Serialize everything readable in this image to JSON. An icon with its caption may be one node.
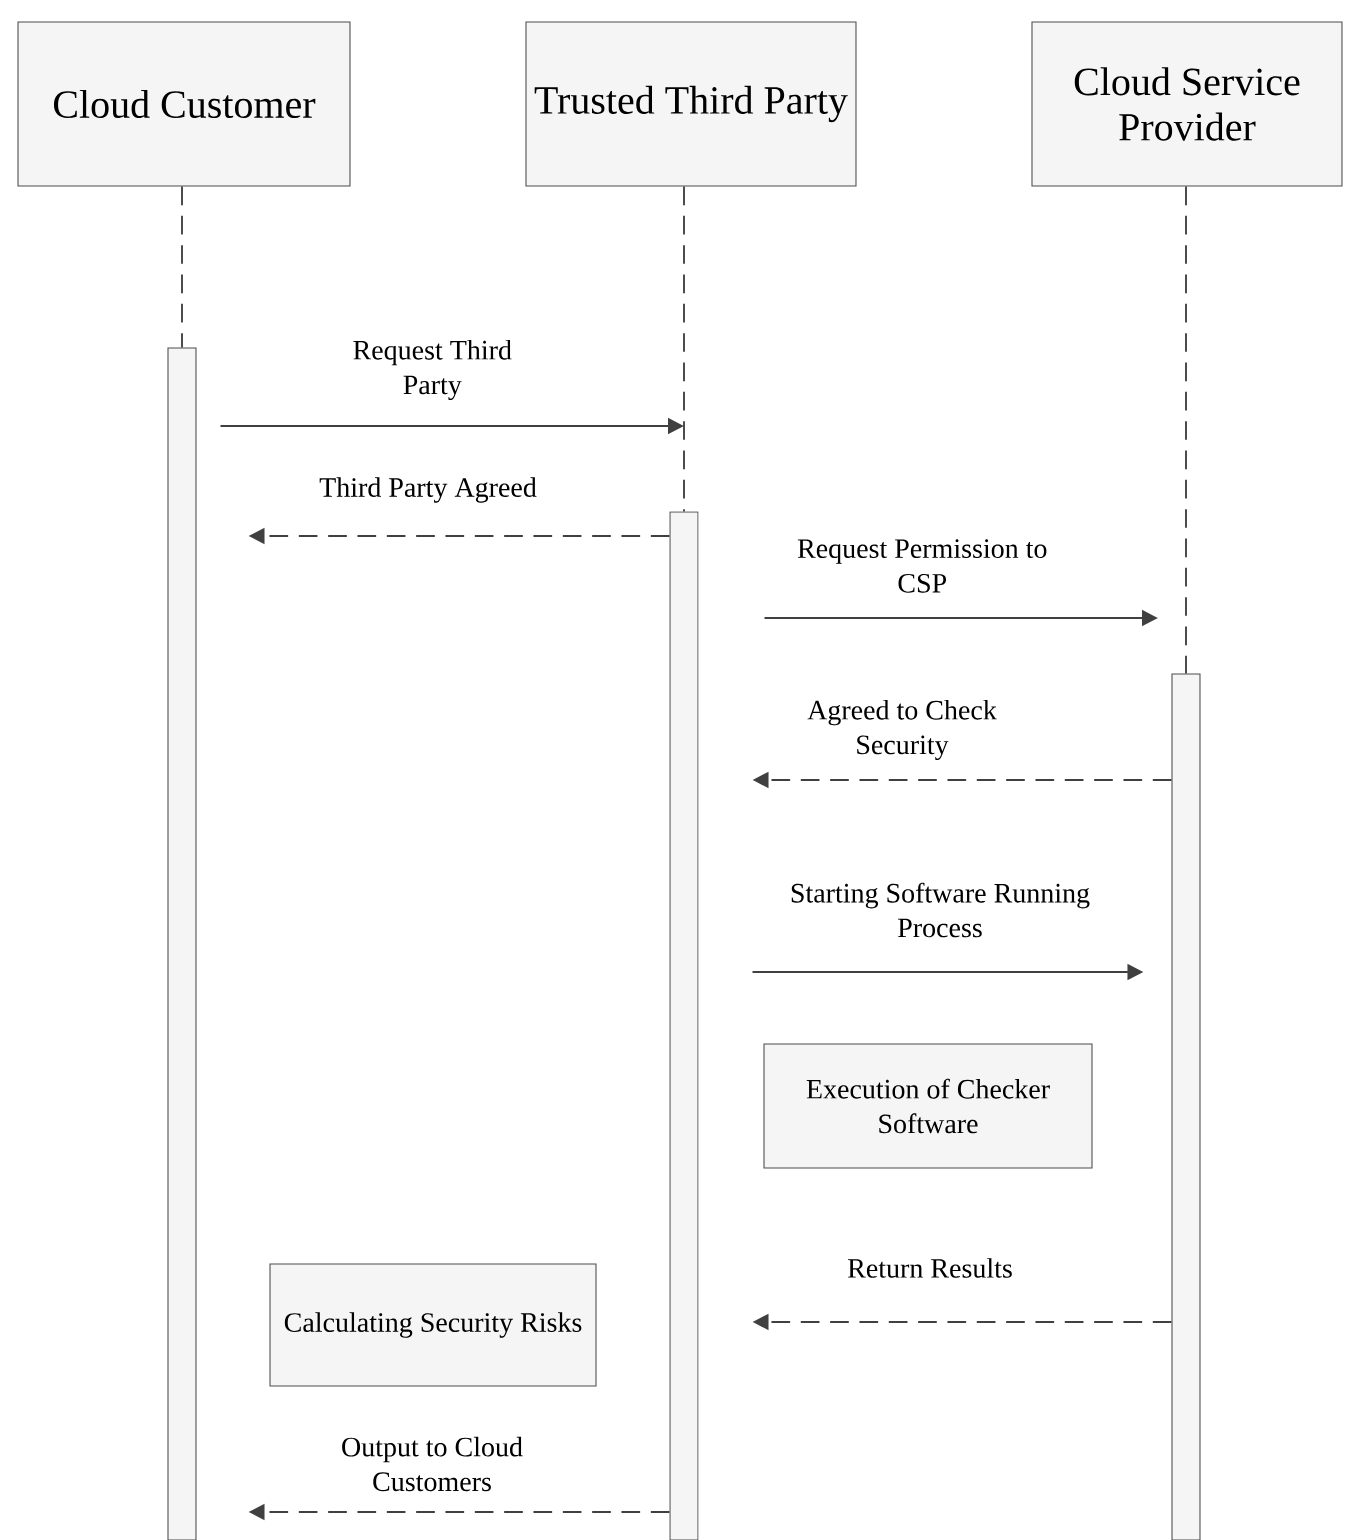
{
  "diagram": {
    "nodes": [
      {
        "text": [
          "Cloud Customer"
        ]
      },
      {
        "text": [
          "Trusted Third Party"
        ]
      },
      {
        "text": [
          "Cloud Service Provider"
        ]
      },
      {
        "text": [],
        "shape": "bar"
      },
      {
        "text": [],
        "shape": "bar"
      },
      {
        "text": [],
        "shape": "bar"
      },
      {
        "text": [
          "Execution of Checker Software"
        ]
      },
      {
        "text": [
          "Calculating Security Risks"
        ]
      }
    ],
    "edges": [
      {
        "from": 0,
        "to": 3,
        "arrow": "none",
        "style": "dashed"
      },
      {
        "from": 1,
        "to": 4,
        "arrow": "none",
        "style": "dashed"
      },
      {
        "from": 2,
        "to": 5,
        "arrow": "none",
        "style": "dashed"
      },
      {
        "from": 3,
        "to": null,
        "arrow": "to",
        "label": "Request Third Party"
      },
      {
        "from": 4,
        "to": 3,
        "arrow": "to",
        "style": "dashed",
        "label": "Third Party Agreed"
      },
      {
        "from": 4,
        "to": null,
        "arrow": "to",
        "label": "Request Permission to CSP"
      },
      {
        "from": 5,
        "to": 4,
        "arrow": "to",
        "style": "dashed",
        "label": "Agreed to Check Security"
      },
      {
        "from": 4,
        "to": 5,
        "arrow": "to",
        "label": "Starting Software Running Process"
      },
      {
        "from": 5,
        "to": 4,
        "arrow": "to",
        "style": "dashed",
        "label": "Return Results"
      },
      {
        "from": 4,
        "to": 3,
        "arrow": "to",
        "style": "dashed",
        "label": "Output to Cloud Customers"
      }
    ]
  }
}
